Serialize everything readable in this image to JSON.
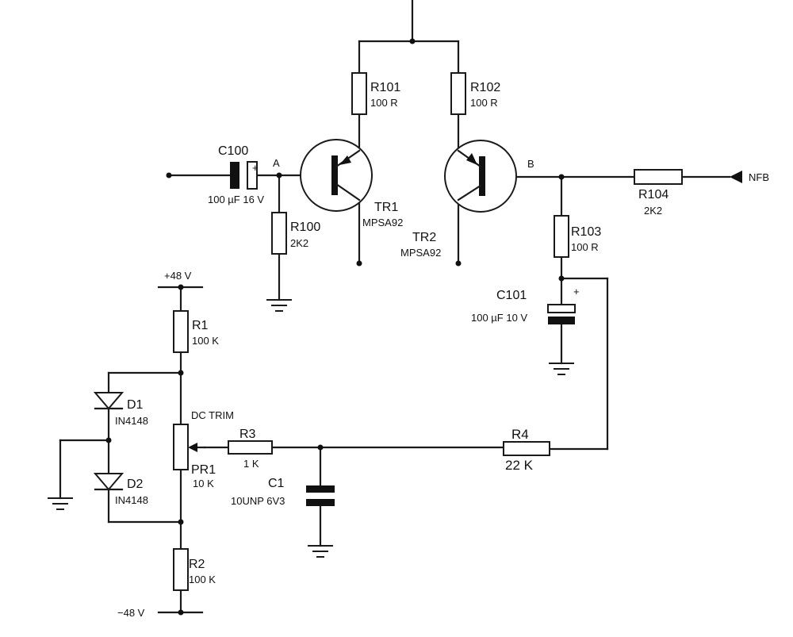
{
  "components": {
    "r101": {
      "ref": "R101",
      "value": "100 R"
    },
    "r102": {
      "ref": "R102",
      "value": "100 R"
    },
    "c100": {
      "ref": "C100",
      "value": "100 µF 16 V",
      "polarity": "+"
    },
    "r100": {
      "ref": "R100",
      "value": "2K2"
    },
    "tr1": {
      "ref": "TR1",
      "type": "MPSA92"
    },
    "tr2": {
      "ref": "TR2",
      "type": "MPSA92"
    },
    "r104": {
      "ref": "R104",
      "value": "2K2"
    },
    "r103": {
      "ref": "R103",
      "value": "100 R"
    },
    "c101": {
      "ref": "C101",
      "value": "100 µF 10 V",
      "polarity": "+"
    },
    "r1": {
      "ref": "R1",
      "value": "100 K"
    },
    "r2": {
      "ref": "R2",
      "value": "100 K"
    },
    "d1": {
      "ref": "D1",
      "type": "IN4148"
    },
    "d2": {
      "ref": "D2",
      "type": "IN4148"
    },
    "pr1": {
      "ref": "PR1",
      "value": "10 K",
      "function": "DC TRIM"
    },
    "r3": {
      "ref": "R3",
      "value": "1 K"
    },
    "c1": {
      "ref": "C1",
      "value": "10UNP 6V3"
    },
    "r4": {
      "ref": "R4",
      "value": "22 K"
    }
  },
  "nodes": {
    "a": "A",
    "b": "B"
  },
  "rails": {
    "positive": "+48 V",
    "negative": "−48 V"
  },
  "signals": {
    "nfb": "NFB"
  }
}
